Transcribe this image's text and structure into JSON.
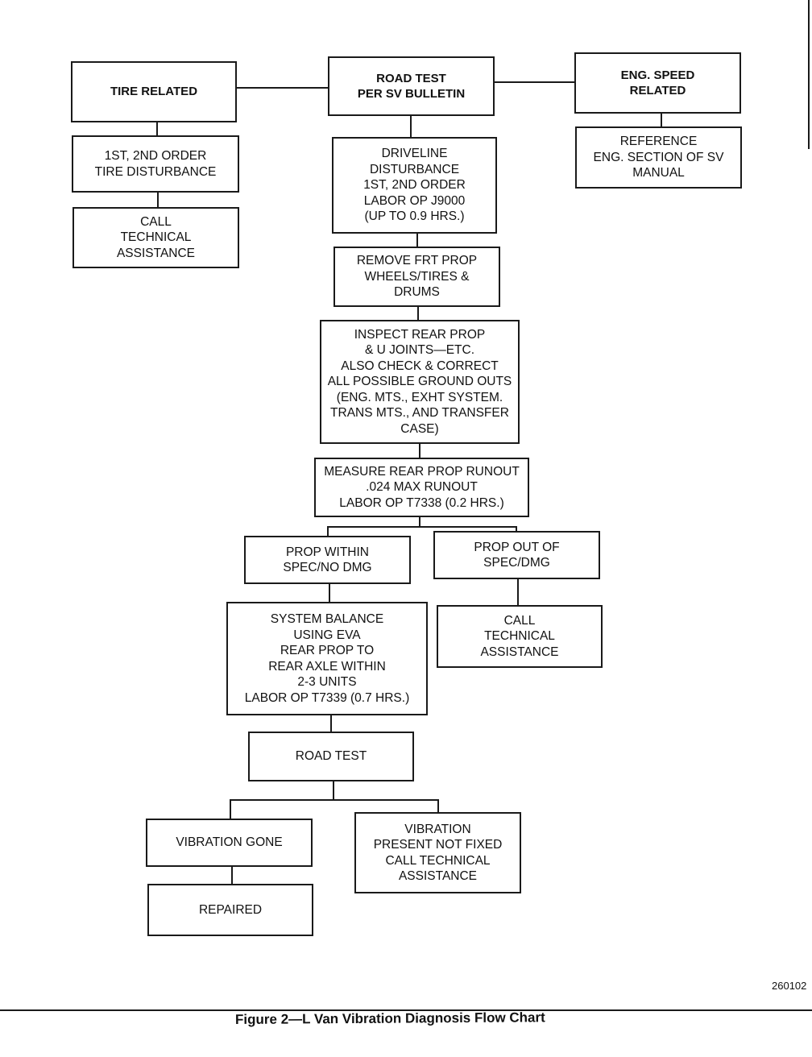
{
  "flowchart": {
    "boxes": {
      "road_test_bulletin": "ROAD TEST\nPER SV BULLETIN",
      "tire_related": "TIRE RELATED",
      "eng_speed_related": "ENG. SPEED\nRELATED",
      "tire_disturbance": "1ST, 2ND ORDER\nTIRE DISTURBANCE",
      "call_tech_tire": "CALL\nTECHNICAL\nASSISTANCE",
      "driveline_disturbance": "DRIVELINE\nDISTURBANCE\n1ST, 2ND ORDER\nLABOR OP J9000\n(UP TO 0.9 HRS.)",
      "reference_eng": "REFERENCE\nENG. SECTION OF SV\nMANUAL",
      "remove_frt_prop": "REMOVE FRT PROP\nWHEELS/TIRES &\nDRUMS",
      "inspect_rear_prop": "INSPECT REAR PROP\n& U JOINTS—ETC.\nALSO CHECK & CORRECT\nALL POSSIBLE GROUND OUTS\n(ENG. MTS., EXHT SYSTEM.\nTRANS MTS., AND TRANSFER\nCASE)",
      "measure_runout": "MEASURE REAR PROP RUNOUT\n.024 MAX RUNOUT\nLABOR OP T7338 (0.2 HRS.)",
      "prop_within_spec": "PROP WITHIN\nSPEC/NO DMG",
      "prop_out_of_spec": "PROP OUT OF\nSPEC/DMG",
      "system_balance": "SYSTEM BALANCE\nUSING EVA\nREAR PROP TO\nREAR AXLE WITHIN\n2-3 UNITS\nLABOR OP T7339 (0.7 HRS.)",
      "call_tech_prop": "CALL\nTECHNICAL\nASSISTANCE",
      "road_test_final": "ROAD TEST",
      "vibration_gone": "VIBRATION GONE",
      "vibration_present": "VIBRATION\nPRESENT NOT FIXED\nCALL TECHNICAL\nASSISTANCE",
      "repaired": "REPAIRED"
    },
    "edges": [
      [
        "road_test_bulletin",
        "tire_related"
      ],
      [
        "road_test_bulletin",
        "eng_speed_related"
      ],
      [
        "road_test_bulletin",
        "driveline_disturbance"
      ],
      [
        "tire_related",
        "tire_disturbance"
      ],
      [
        "tire_disturbance",
        "call_tech_tire"
      ],
      [
        "eng_speed_related",
        "reference_eng"
      ],
      [
        "driveline_disturbance",
        "remove_frt_prop"
      ],
      [
        "remove_frt_prop",
        "inspect_rear_prop"
      ],
      [
        "inspect_rear_prop",
        "measure_runout"
      ],
      [
        "measure_runout",
        "prop_within_spec"
      ],
      [
        "measure_runout",
        "prop_out_of_spec"
      ],
      [
        "prop_within_spec",
        "system_balance"
      ],
      [
        "prop_out_of_spec",
        "call_tech_prop"
      ],
      [
        "system_balance",
        "road_test_final"
      ],
      [
        "road_test_final",
        "vibration_gone"
      ],
      [
        "road_test_final",
        "vibration_present"
      ],
      [
        "vibration_gone",
        "repaired"
      ]
    ]
  },
  "caption": "Figure 2—L Van Vibration Diagnosis Flow Chart",
  "figure_id": "260102"
}
